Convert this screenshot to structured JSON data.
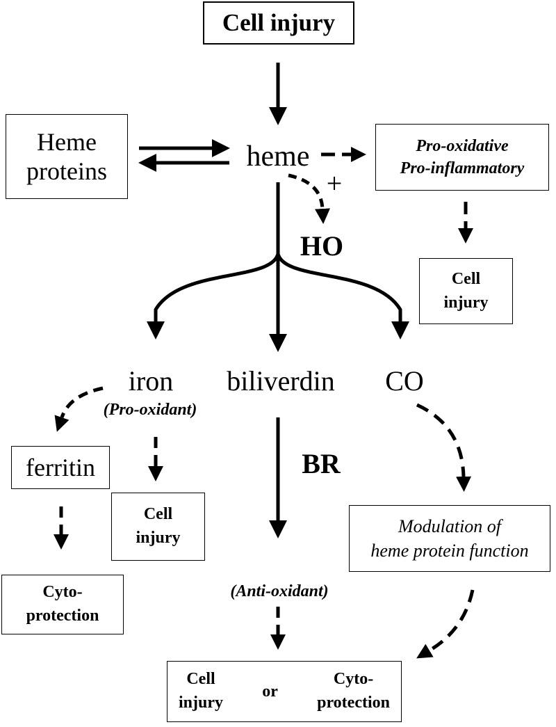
{
  "nodes": {
    "cell_injury_top": "Cell injury",
    "heme_proteins": [
      "Heme",
      "proteins"
    ],
    "heme": "heme",
    "pro_ox": [
      "Pro-oxidative",
      "Pro-inflammatory"
    ],
    "plus": "+",
    "ho": "HO",
    "cell_injury_right": [
      "Cell",
      "injury"
    ],
    "iron": "iron",
    "pro_oxidant": "(Pro-oxidant)",
    "biliverdin": "biliverdin",
    "co": "CO",
    "ferritin": "ferritin",
    "cell_injury_mid": [
      "Cell",
      "injury"
    ],
    "br": "BR",
    "modulation": [
      "Modulation of",
      "heme protein function"
    ],
    "cytoprotection_left": [
      "Cyto-",
      "protection"
    ],
    "anti_oxidant": "(Anti-oxidant)",
    "bottom_cell_injury": [
      "Cell",
      "injury"
    ],
    "bottom_or": "or",
    "bottom_cytoprotection": [
      "Cyto-",
      "protection"
    ]
  }
}
